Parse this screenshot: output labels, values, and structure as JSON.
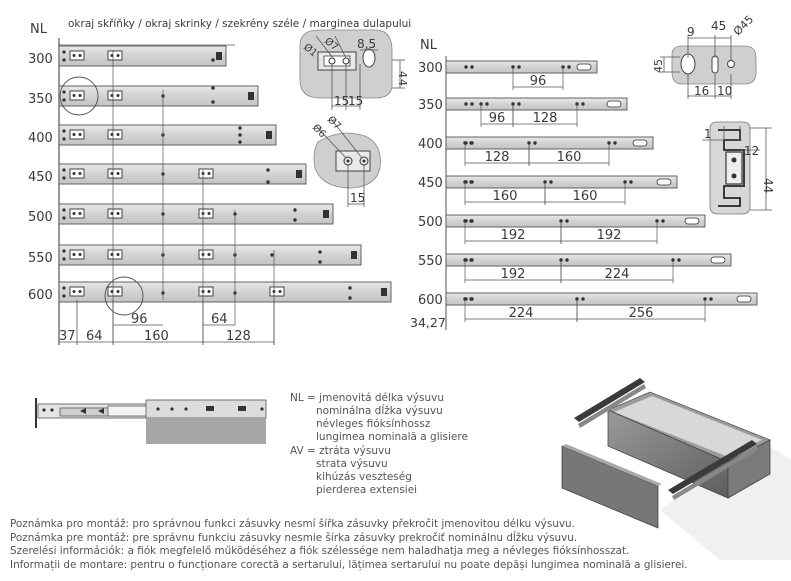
{
  "header": {
    "nl_left": "NL",
    "nl_right": "NL",
    "cabinet_edge": "okraj skříňky / okraj skrinky / szekrény széle / marginea dulapului"
  },
  "left_rails": {
    "labels": [
      "300",
      "350",
      "400",
      "450",
      "500",
      "550",
      "600"
    ],
    "bottom_dims": [
      "37",
      "64",
      "160",
      "128"
    ],
    "inner_dims": [
      "96",
      "64"
    ]
  },
  "right_rails": {
    "labels": [
      "300",
      "350",
      "400",
      "450",
      "500",
      "550",
      "600"
    ],
    "dims": [
      [
        "96"
      ],
      [
        "96",
        "128"
      ],
      [
        "128",
        "160"
      ],
      [
        "160",
        "160"
      ],
      [
        "192",
        "192"
      ],
      [
        "192",
        "224"
      ],
      [
        "224",
        "256"
      ]
    ],
    "offset": "34,27"
  },
  "detail_top": {
    "d1": "Ø1",
    "d2": "Ø7",
    "d3": "8,5",
    "d4": "4",
    "d5": "4",
    "d6": "15",
    "d7": "15"
  },
  "detail_mid": {
    "d1": "Ø6",
    "d2": "Ø7",
    "d3": "15"
  },
  "detail_right": {
    "d1": "9",
    "d2": "45",
    "d3": "Ø45",
    "d4": "45",
    "d5": "16",
    "d6": "10"
  },
  "profile": {
    "d1": "1",
    "d2": "12",
    "d3": "44"
  },
  "legend": {
    "nl": [
      "NL = jmenovitá délka výsuvu",
      "nominálna dĺžka výsuvu",
      "névleges fióksínhossz",
      "lungimea nominală a glisiere"
    ],
    "av": [
      "AV = ztráta výsuvu",
      "strata výsuvu",
      "kihúzás veszteség",
      "pierderea extensiei"
    ]
  },
  "notes": [
    "Poznámka pro montáž: pro správnou funkci zásuvky nesmí šířka zásuvky překročit jmenovitou délku výsuvu.",
    "Poznámka pre montáž: pre správnu funkciu zásuvky nesmie šírka zásuvky prekročiť nominálnu dĺžku výsuvu.",
    "Szerelési információk: a fiók megfelelő működéséhez a fiók szélessége nem haladhatja meg a névleges fióksínhosszat.",
    "Informații de montare: pentru o funcționare corectă a sertarului, lățimea sertarului nu poate depăși lungimea nominală a glisierei."
  ],
  "colors": {
    "rail_fill": "#d9d9d9",
    "rail_stroke": "#555555",
    "detail_fill": "#cfcfcf",
    "line": "#555555"
  }
}
